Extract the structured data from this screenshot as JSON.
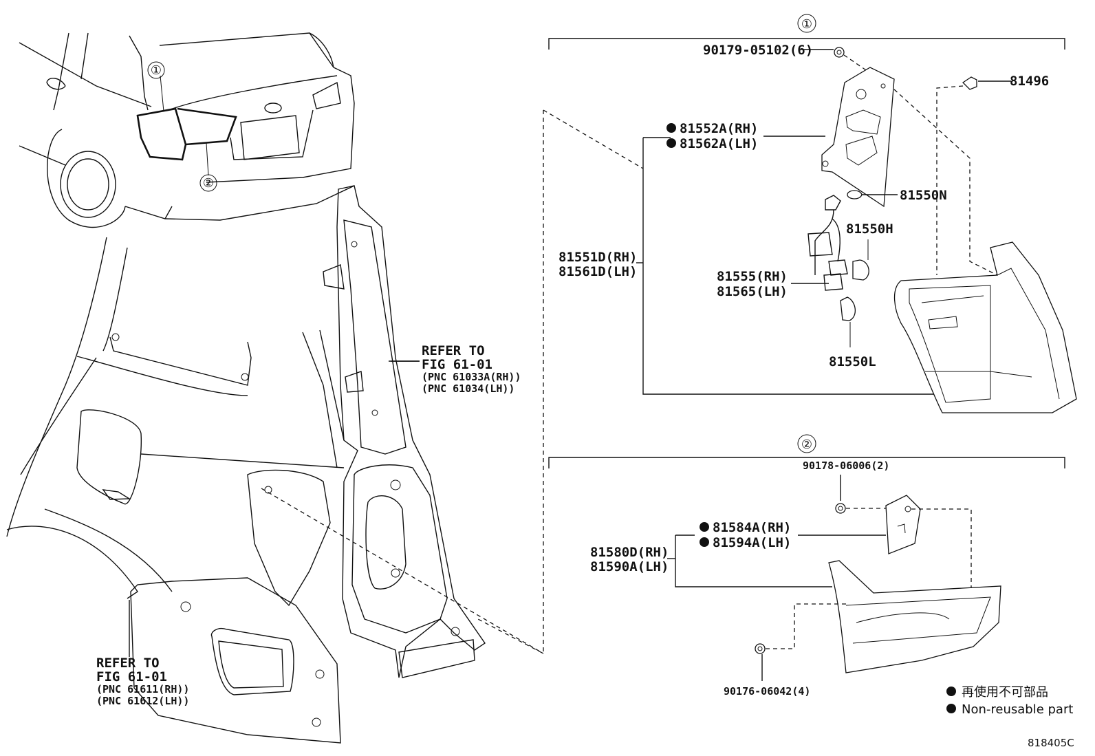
{
  "callouts": {
    "group_1_marker": "①",
    "group_2_marker": "②",
    "car_marker_1": "①",
    "car_marker_2": "②"
  },
  "references": {
    "quarter_pillar": {
      "line1": "REFER TO",
      "line2": "FIG 61-01",
      "line3": "(PNC 61033A(RH))",
      "line4": "(PNC 61034(LH))"
    },
    "quarter_panel": {
      "line1": "REFER TO",
      "line2": "FIG 61-01",
      "line3": "(PNC 61611(RH))",
      "line4": "(PNC 61612(LH))"
    }
  },
  "group1": {
    "screw": "90179-05102(6)",
    "clip": "81496",
    "gasket_rh": "81552A(RH)",
    "gasket_lh": "81562A(LH)",
    "bulb_n": "81550N",
    "bulb_h": "81550H",
    "assy_rh": "81551D(RH)",
    "assy_lh": "81561D(LH)",
    "socket_rh": "81555(RH)",
    "socket_lh": "81565(LH)",
    "bulb_l": "81550L"
  },
  "group2": {
    "nut": "90178-06006(2)",
    "gasket_rh": "81584A(RH)",
    "gasket_lh": "81594A(LH)",
    "assy_rh": "81580D(RH)",
    "assy_lh": "81590A(LH)",
    "screw": "90176-06042(4)"
  },
  "legend": {
    "line1": "再使用不可部品",
    "line2": "Non-reusable part"
  },
  "figure_id": "818405C"
}
